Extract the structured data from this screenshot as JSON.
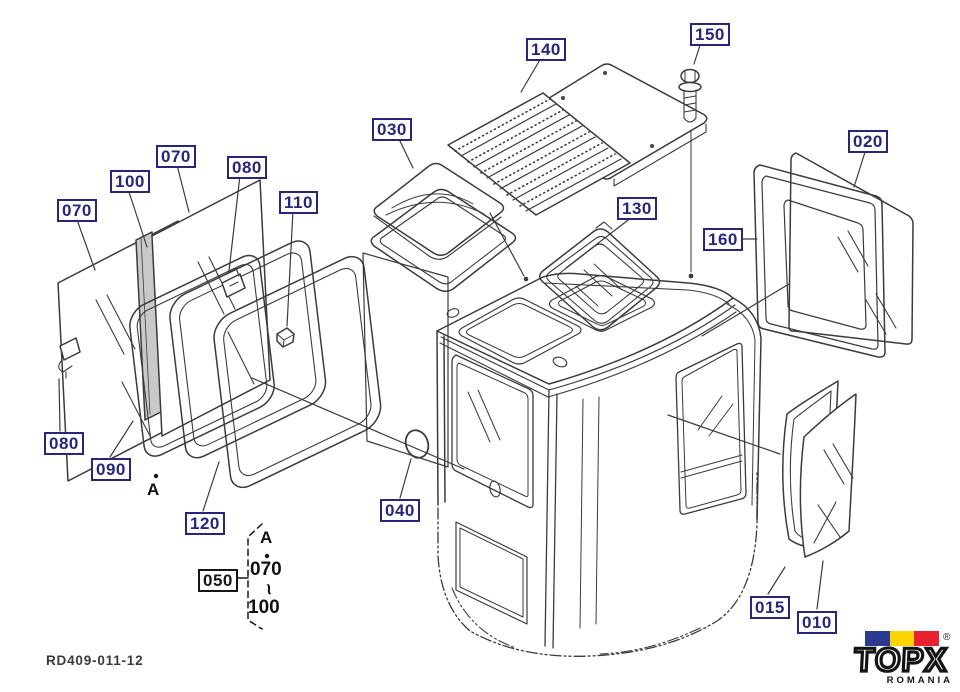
{
  "diagram": {
    "doc_number": "RD409-011-12",
    "view_marker": "A",
    "parts": [
      {
        "num": "070"
      },
      {
        "num": "100"
      },
      {
        "num": "070"
      },
      {
        "num": "080"
      },
      {
        "num": "110"
      },
      {
        "num": "030"
      },
      {
        "num": "140"
      },
      {
        "num": "150"
      },
      {
        "num": "020"
      },
      {
        "num": "160"
      },
      {
        "num": "130"
      },
      {
        "num": "080"
      },
      {
        "num": "090"
      },
      {
        "num": "120"
      },
      {
        "num": "040"
      },
      {
        "num": "050"
      },
      {
        "num": "015"
      },
      {
        "num": "010"
      }
    ],
    "range_bracket": {
      "marker": "A",
      "from": "070",
      "tilde": "~",
      "to": "100"
    }
  },
  "logo": {
    "brand": "TOPX",
    "country": "ROMANIA",
    "registered_mark": "®",
    "flag_colors": {
      "blue": "#2b3990",
      "yellow": "#ffd400",
      "red": "#e8212e"
    }
  },
  "colors": {
    "label": "#26267e",
    "section_label": "#161616",
    "line": "#3b3b3b"
  }
}
